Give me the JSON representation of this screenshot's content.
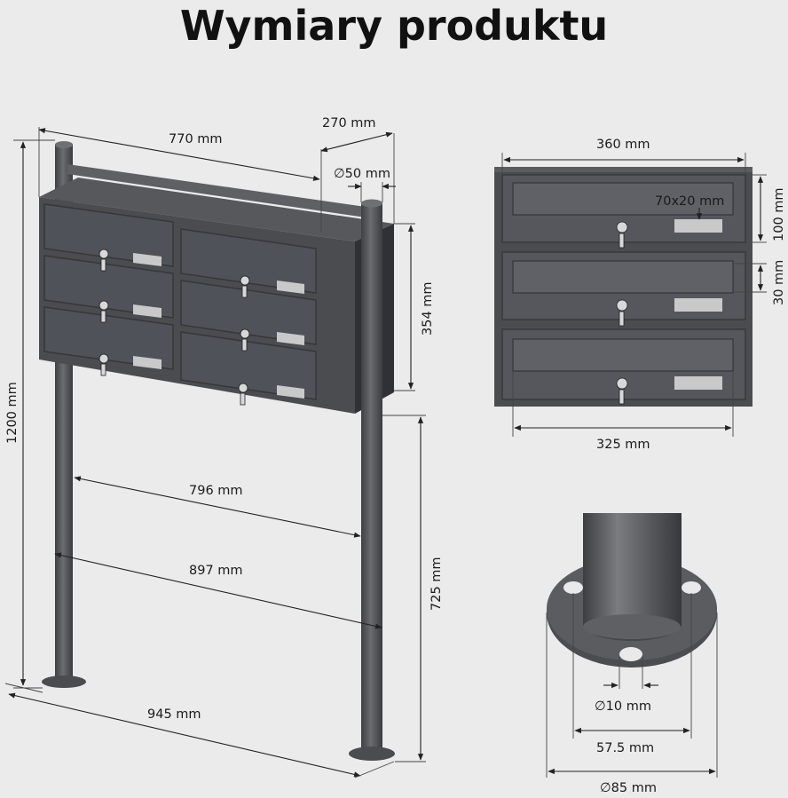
{
  "title": "Wymiary produktu",
  "colors": {
    "background": "#ebebeb",
    "body": "#4a4c50",
    "body_dark": "#3a3c40",
    "pole": "#55575b",
    "label_plate": "#c9c9c9"
  },
  "dimensions": {
    "depth": "270 mm",
    "width_box": "770 mm",
    "pole_diameter": "∅50 mm",
    "box_height": "354 mm",
    "total_height": "1200 mm",
    "pole_spacing_inner": "796 mm",
    "pole_spacing_outer": "897 mm",
    "ground_clearance": "725 mm",
    "base_width": "945 mm",
    "front_width": "360 mm",
    "slot_size": "70x20 mm",
    "compartment_height": "100 mm",
    "gap_height": "30 mm",
    "inner_width": "325 mm",
    "hole_diameter": "∅10 mm",
    "hole_spacing": "57.5 mm",
    "base_plate_diameter": "∅85 mm"
  }
}
